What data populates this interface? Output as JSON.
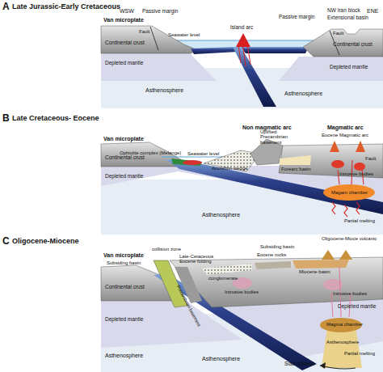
{
  "diagram": {
    "labels": [
      "A",
      "Late Jurassic-Early Cretaceous",
      "WSW",
      "Van microplate",
      "Passive margin",
      "Fault",
      "Seawater level",
      "Island arc",
      "Passive margin",
      "NW Iran block",
      "Extensional basin",
      "ENE",
      "Fault",
      "Continental crust",
      "Continental crust",
      "Depleted mantle",
      "Depleted mantle",
      "Asthenosphere",
      "Asthenosphere",
      "B",
      "Late Cretaceous- Eocene",
      "Non magmatic arc",
      "Magmatic arc",
      "Eocene Magmatic arc",
      "Van microplate",
      "Uplifted Precambrian basement",
      "Ophiolite complex (Melange)",
      "Seawater level",
      "Accretion wedge",
      "Forearc basin",
      "Fault",
      "Intrusive bodies",
      "Magam chamber",
      "Partial melting",
      "Continental crust",
      "Depleted mantle",
      "Asthenosphere",
      "C",
      "Oligocene-Miocene",
      "Van microplate",
      "collision zone",
      "Subsiding basin",
      "Late-Cetaceous Eocene folding",
      "Precambrian basement",
      "conglomerate",
      "Subsiding basin",
      "Eocene rocks",
      "Miocene basin",
      "Oligocene-Mioce volcanic",
      "Intrusive bodies",
      "Intrusive bodies",
      "Continental crust",
      "Depleted mantle",
      "Depleted mantle",
      "Magma chamber",
      "Asthenosphere",
      "Partial melting",
      "Asthenosphere",
      "Asthenosphere",
      "Slab rollback"
    ]
  }
}
